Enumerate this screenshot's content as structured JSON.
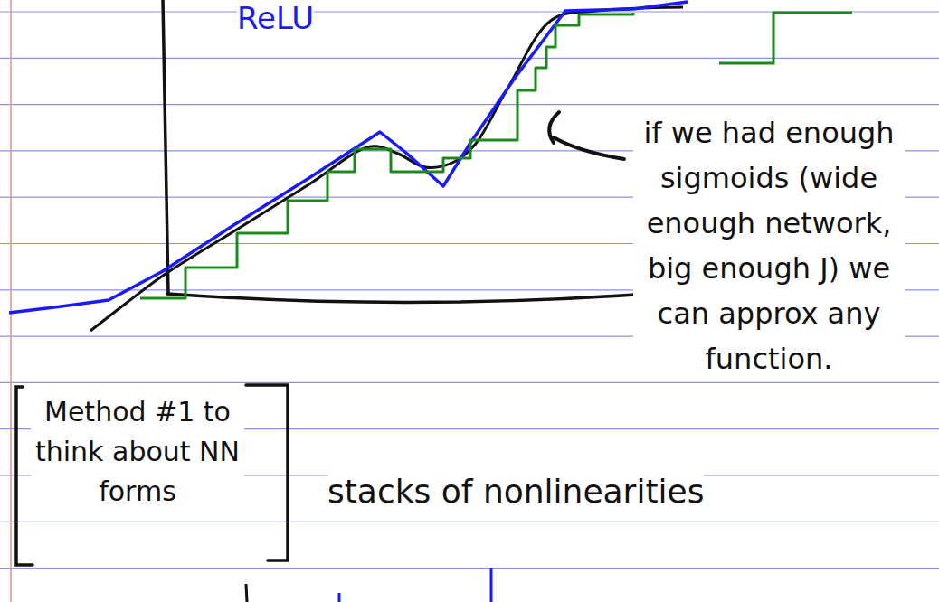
{
  "diagram": {
    "labels": [
      "ReLU",
      "if we had enough sigmoids (wide enough network, big enough J) we can approx any function.",
      "Method #1 to think about NN forms",
      "stacks of nonlinearities"
    ]
  }
}
